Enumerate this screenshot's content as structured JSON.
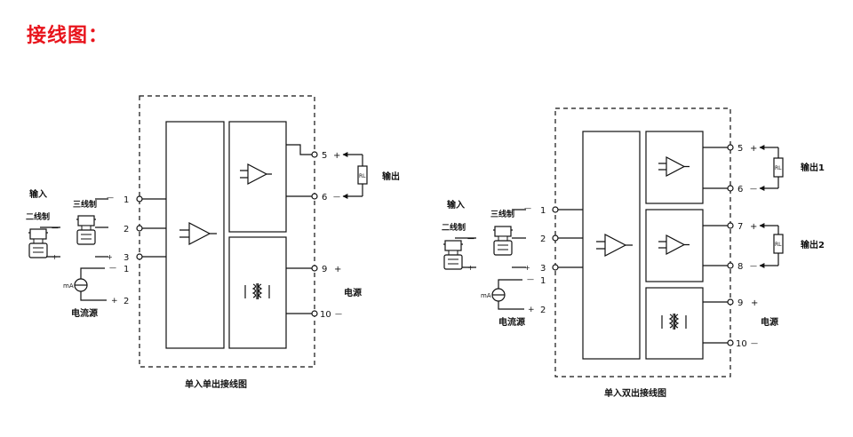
{
  "page_title": "接线图：",
  "left": {
    "caption": "单入单出接线图",
    "input_label": "输入",
    "two_wire": "二线制",
    "three_wire": "三线制",
    "current_source": "电流源",
    "ma": "mA",
    "rl": "RL",
    "output_label": "输出",
    "power_label": "电源",
    "t1": "1",
    "t2": "2",
    "t3": "3",
    "c1": "1",
    "c2": "2",
    "t5": "5",
    "t6": "6",
    "t9": "9",
    "t10": "10",
    "plus": "+",
    "minus": "—"
  },
  "right": {
    "caption": "单入双出接线图",
    "input_label": "输入",
    "two_wire": "二线制",
    "three_wire": "三线制",
    "current_source": "电流源",
    "ma": "mA",
    "rl1": "RL",
    "rl2": "RL",
    "output1_label": "输出1",
    "output2_label": "输出2",
    "power_label": "电源",
    "t1": "1",
    "t2": "2",
    "t3": "3",
    "c1": "1",
    "c2": "2",
    "t5": "5",
    "t6": "6",
    "t7": "7",
    "t8": "8",
    "t9": "9",
    "t10": "10",
    "plus": "+",
    "minus": "—"
  }
}
